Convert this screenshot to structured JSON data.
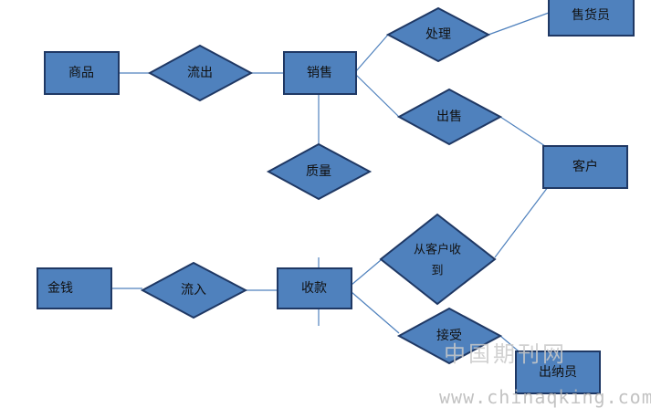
{
  "colors": {
    "node_fill": "#4f81bd",
    "node_stroke": "#1f3864",
    "line": "#4f81bd",
    "watermark": "#c4c4c4"
  },
  "entities": {
    "goods": "商品",
    "sales": "销售",
    "salesperson": "售货员",
    "customer": "客户",
    "money": "金钱",
    "payment": "收款",
    "cashier": "出纳员"
  },
  "relationships": {
    "flow_out": "流出",
    "handle": "处理",
    "sell": "出售",
    "quality": "质量",
    "flow_in": "流入",
    "receive_from_customer_line1": "从客户收",
    "receive_from_customer_line2": "到",
    "accept": "接受"
  },
  "watermark": {
    "chinese": "中国期刊网",
    "url": "www.chinaqking.com"
  }
}
